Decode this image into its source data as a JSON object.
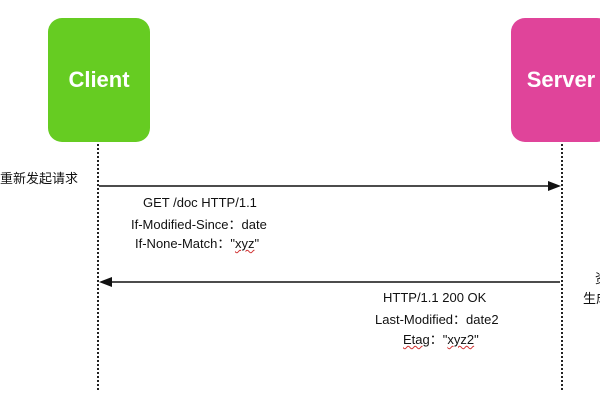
{
  "actors": {
    "client": {
      "label": "Client",
      "color": "#66cc22"
    },
    "server": {
      "label": "Server",
      "color": "#e0449a"
    }
  },
  "notes": {
    "left": "重新发起请求",
    "right": "生成",
    "right_partial": "资"
  },
  "request": {
    "line1": "GET /doc  HTTP/1.1",
    "line2": "If-Modified-Since：date",
    "line3_prefix": "If-None-Match：\"",
    "line3_value": "xyz",
    "line3_suffix": "\""
  },
  "response": {
    "line1": "HTTP/1.1  200  OK",
    "line2": "Last-Modified：date2",
    "line3_label": "Etag",
    "line3_mid": "：\"",
    "line3_value": "xyz2",
    "line3_suffix": "\""
  }
}
